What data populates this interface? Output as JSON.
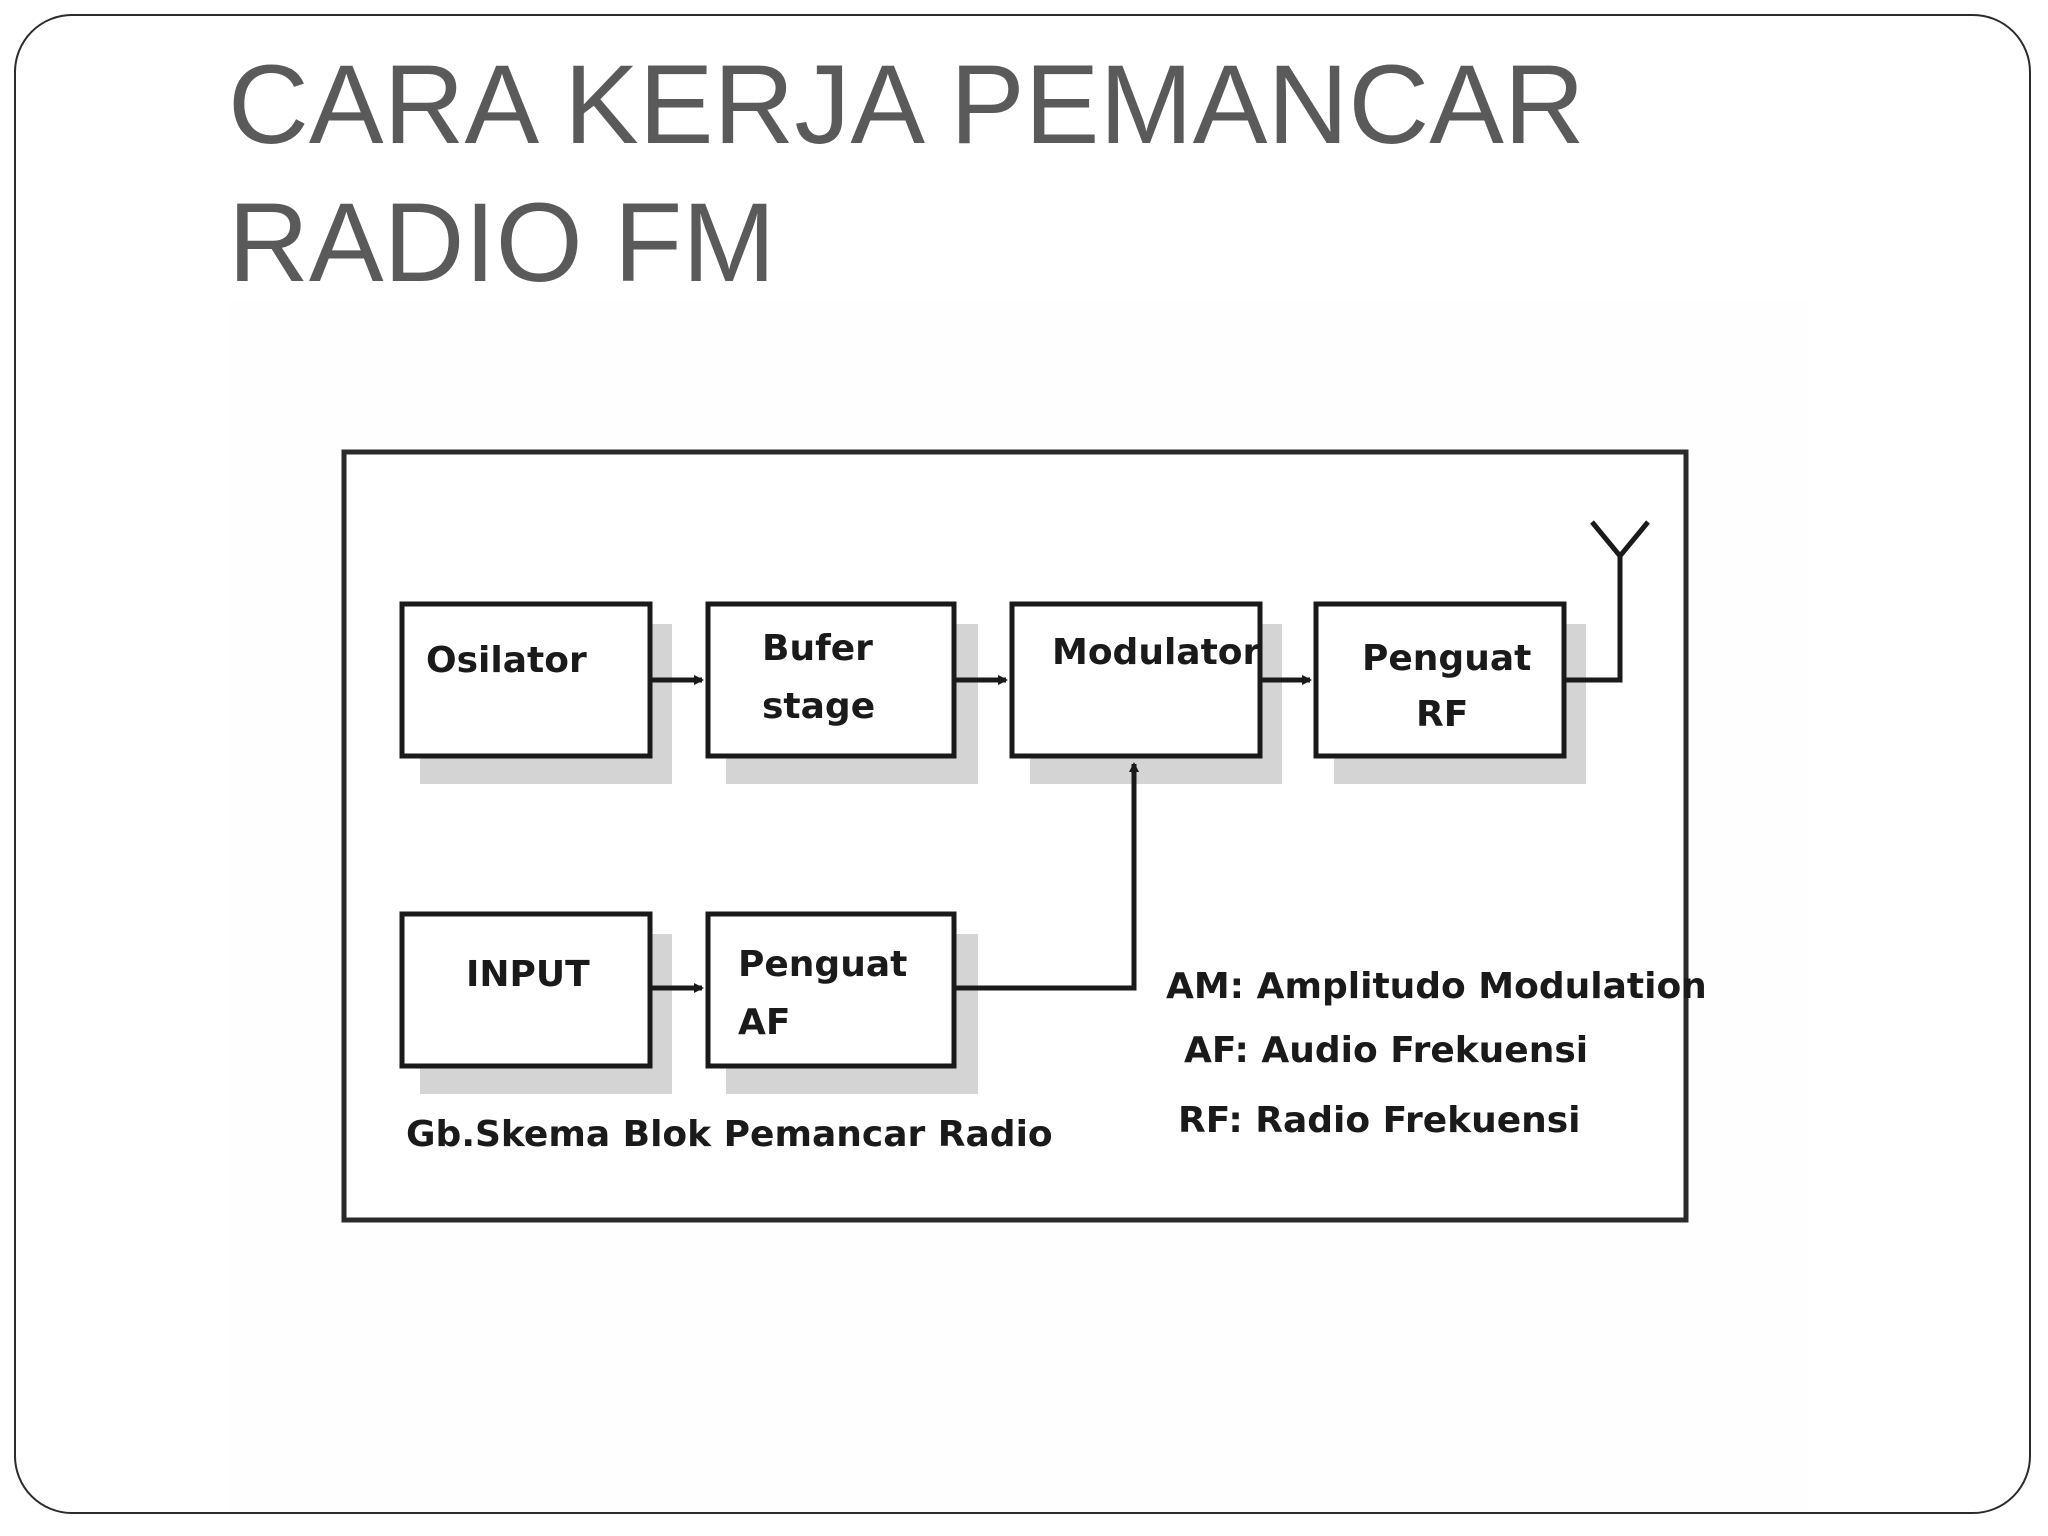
{
  "slide": {
    "title_line1": "CARA KERJA PEMANCAR",
    "title_line2": "RADIO FM"
  },
  "diagram": {
    "blocks": {
      "osilator": [
        "Osilator"
      ],
      "bufer_stage": [
        "Bufer",
        "stage"
      ],
      "modulator": [
        "Modulator"
      ],
      "penguat_rf": [
        "Penguat",
        "RF"
      ],
      "input": [
        "INPUT"
      ],
      "penguat_af": [
        "Penguat",
        "AF"
      ]
    },
    "caption": "Gb.Skema Blok Pemancar Radio",
    "legend": [
      "AM: Amplitudo Modulation",
      "AF: Audio Frekuensi",
      "RF: Radio Frekuensi"
    ]
  }
}
